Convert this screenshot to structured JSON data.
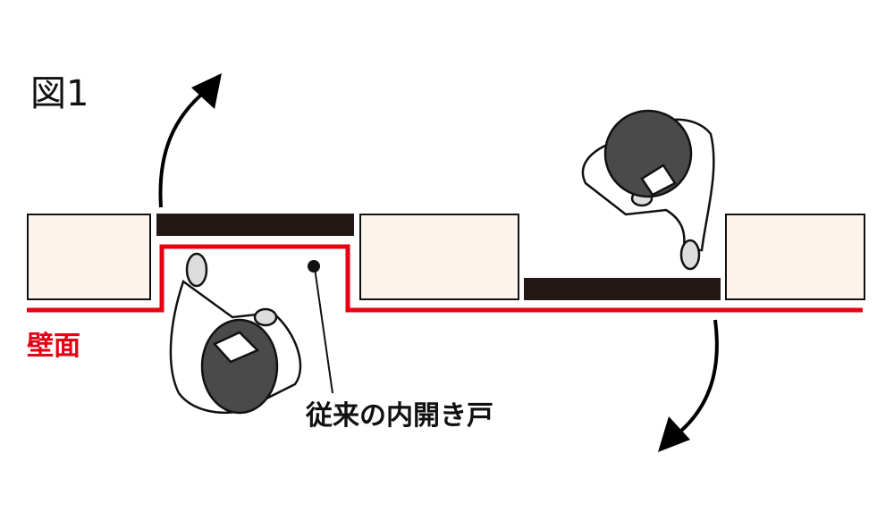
{
  "figure_label": "図1",
  "wall_label": "壁面",
  "door_label": "従来の内開き戸",
  "colors": {
    "wall_line": "#e60012",
    "wall_block": "#fcf4ea",
    "door": "#231815"
  }
}
